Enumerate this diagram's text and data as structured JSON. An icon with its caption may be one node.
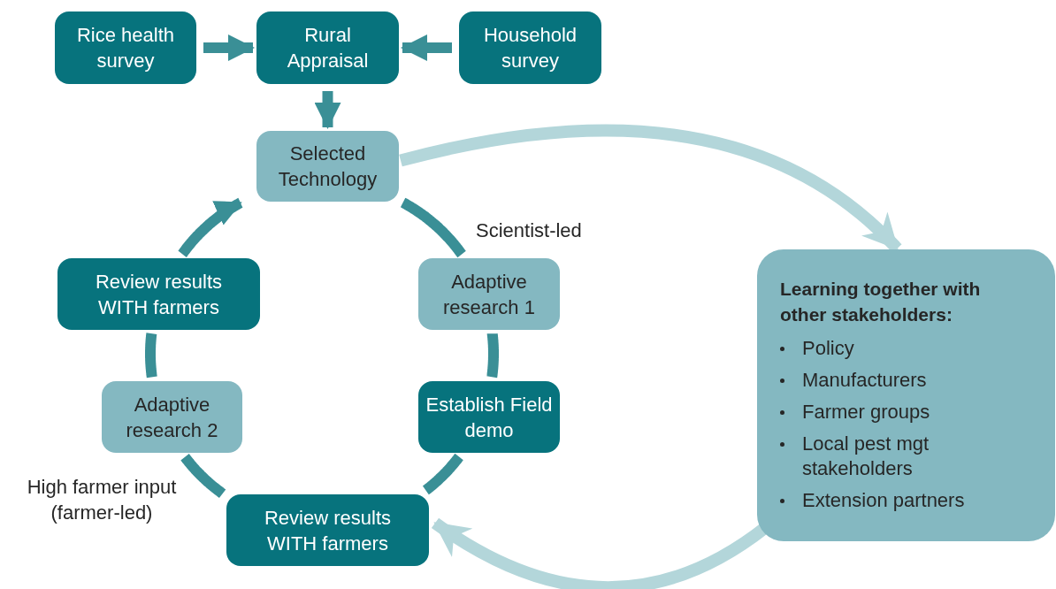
{
  "diagram": {
    "nodes": [
      {
        "text": [
          "Rice health survey"
        ]
      },
      {
        "text": [
          "Rural Appraisal"
        ]
      },
      {
        "text": [
          "Household survey"
        ]
      },
      {
        "text": [
          "Selected Technology"
        ]
      },
      {
        "text": [
          "Adaptive research 1"
        ]
      },
      {
        "text": [
          "Establish Field demo"
        ]
      },
      {
        "text": [
          "Review results WITH farmers"
        ]
      },
      {
        "text": [
          "Adaptive research 2"
        ]
      },
      {
        "text": [
          "Review results WITH farmers"
        ]
      },
      {
        "text": [
          "Learning together with other stakeholders:",
          "Policy",
          "Manufacturers",
          "Farmer groups",
          "Local pest mgt stakeholders",
          "Extension partners"
        ]
      }
    ],
    "edges": [
      {
        "from": 0,
        "to": 1,
        "arrow": "to"
      },
      {
        "from": 2,
        "to": 1,
        "arrow": "to"
      },
      {
        "from": 1,
        "to": 3,
        "arrow": "to"
      },
      {
        "from": 3,
        "to": 4,
        "arrow": "none"
      },
      {
        "from": 4,
        "to": 5,
        "arrow": "none"
      },
      {
        "from": 5,
        "to": 6,
        "arrow": "none"
      },
      {
        "from": 6,
        "to": 7,
        "arrow": "none"
      },
      {
        "from": 7,
        "to": 8,
        "arrow": "none"
      },
      {
        "from": 8,
        "to": 3,
        "arrow": "to"
      },
      {
        "from": 3,
        "to": 9,
        "arrow": "to",
        "color": "#b3d6da"
      },
      {
        "from": 9,
        "to": 6,
        "arrow": "to",
        "color": "#b3d6da"
      }
    ],
    "labels": [
      "Scientist-led",
      "High farmer input (farmer-led)"
    ]
  }
}
